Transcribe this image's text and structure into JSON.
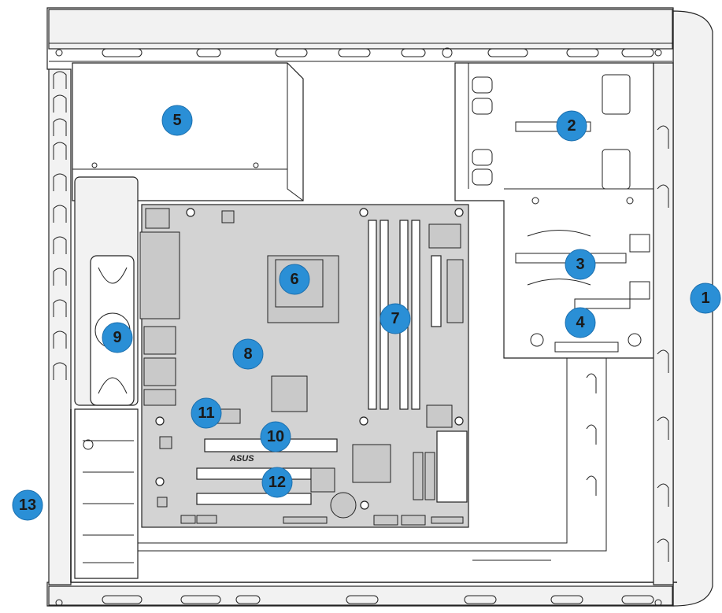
{
  "callouts": [
    {
      "label": "1"
    },
    {
      "label": "2"
    },
    {
      "label": "3"
    },
    {
      "label": "4"
    },
    {
      "label": "5"
    },
    {
      "label": "6"
    },
    {
      "label": "7"
    },
    {
      "label": "8"
    },
    {
      "label": "9"
    },
    {
      "label": "10"
    },
    {
      "label": "11"
    },
    {
      "label": "12"
    },
    {
      "label": "13"
    }
  ],
  "motherboard": {
    "logo_text": "ASUS"
  },
  "colors": {
    "callout_fill": "#2a8fd6",
    "board_fill": "#d3d3d3",
    "line": "#222222"
  }
}
